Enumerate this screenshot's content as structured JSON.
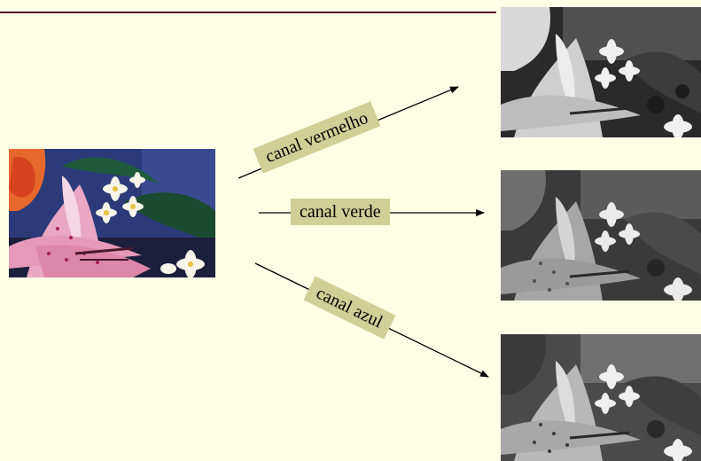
{
  "labels": {
    "red": "canal vermelho",
    "green": "canal verde",
    "blue": "canal azul"
  },
  "colors": {
    "background": "#ffffe6",
    "top_rule": "#5a1a24",
    "label_background": "#cfcf96",
    "arrow": "#000000"
  }
}
